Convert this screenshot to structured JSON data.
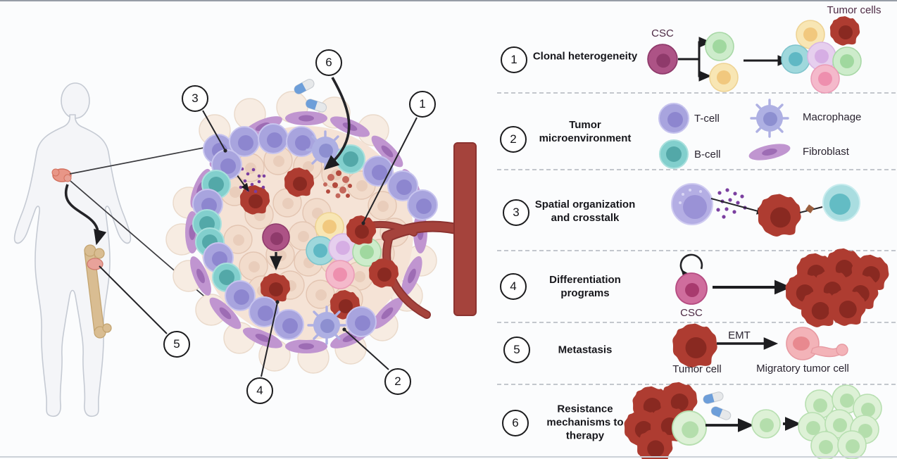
{
  "legend": {
    "rows": [
      {
        "number": "1",
        "label": "Clonal heterogeneity",
        "annotations": {
          "csc": "CSC",
          "tumor_cells": "Tumor cells"
        }
      },
      {
        "number": "2",
        "label": "Tumor microenvironment",
        "annotations": {
          "t_cell": "T-cell",
          "b_cell": "B-cell",
          "macrophage": "Macrophage",
          "fibroblast": "Fibroblast"
        }
      },
      {
        "number": "3",
        "label": "Spatial organization and crosstalk"
      },
      {
        "number": "4",
        "label": "Differentiation programs",
        "annotations": {
          "csc": "CSC"
        }
      },
      {
        "number": "5",
        "label": "Metastasis",
        "annotations": {
          "tumor_cell": "Tumor cell",
          "emt": "EMT",
          "migratory_tumor_cell": "Migratory tumor cell"
        }
      },
      {
        "number": "6",
        "label": "Resistance mechanisms to therapy"
      }
    ]
  },
  "diagram": {
    "markers": {
      "m1": "1",
      "m2": "2",
      "m3": "3",
      "m4": "4",
      "m5": "5",
      "m6": "6"
    }
  },
  "colors": {
    "tumor_cell_red": "#ae3c31",
    "csc_maroon": "#ad5386",
    "t_cell_lavender": "#a8a4de",
    "b_cell_teal": "#82cfcd",
    "macrophage_purple": "#aeb0e3",
    "fibroblast_pink": "#c095d0",
    "vessel_red": "#a5433c",
    "tissue_peach": "#f2dccc",
    "pill_blue": "#6d9ed9",
    "resistant_green": "#d7eed1"
  }
}
